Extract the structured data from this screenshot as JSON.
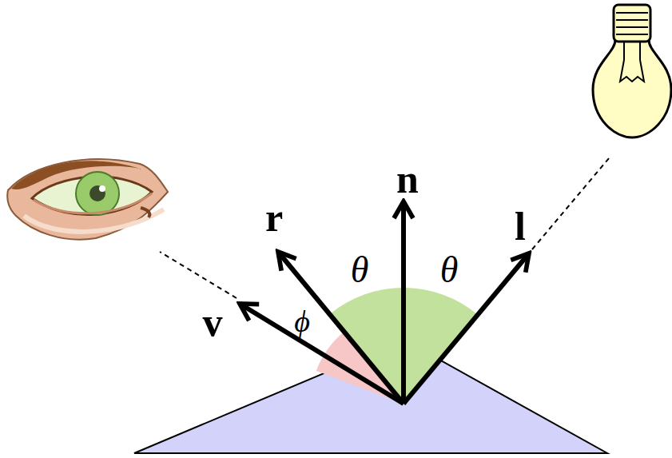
{
  "diagram": {
    "labels": [
      "n",
      "r",
      "θ",
      "θ",
      "l",
      "v",
      "ϕ"
    ]
  }
}
